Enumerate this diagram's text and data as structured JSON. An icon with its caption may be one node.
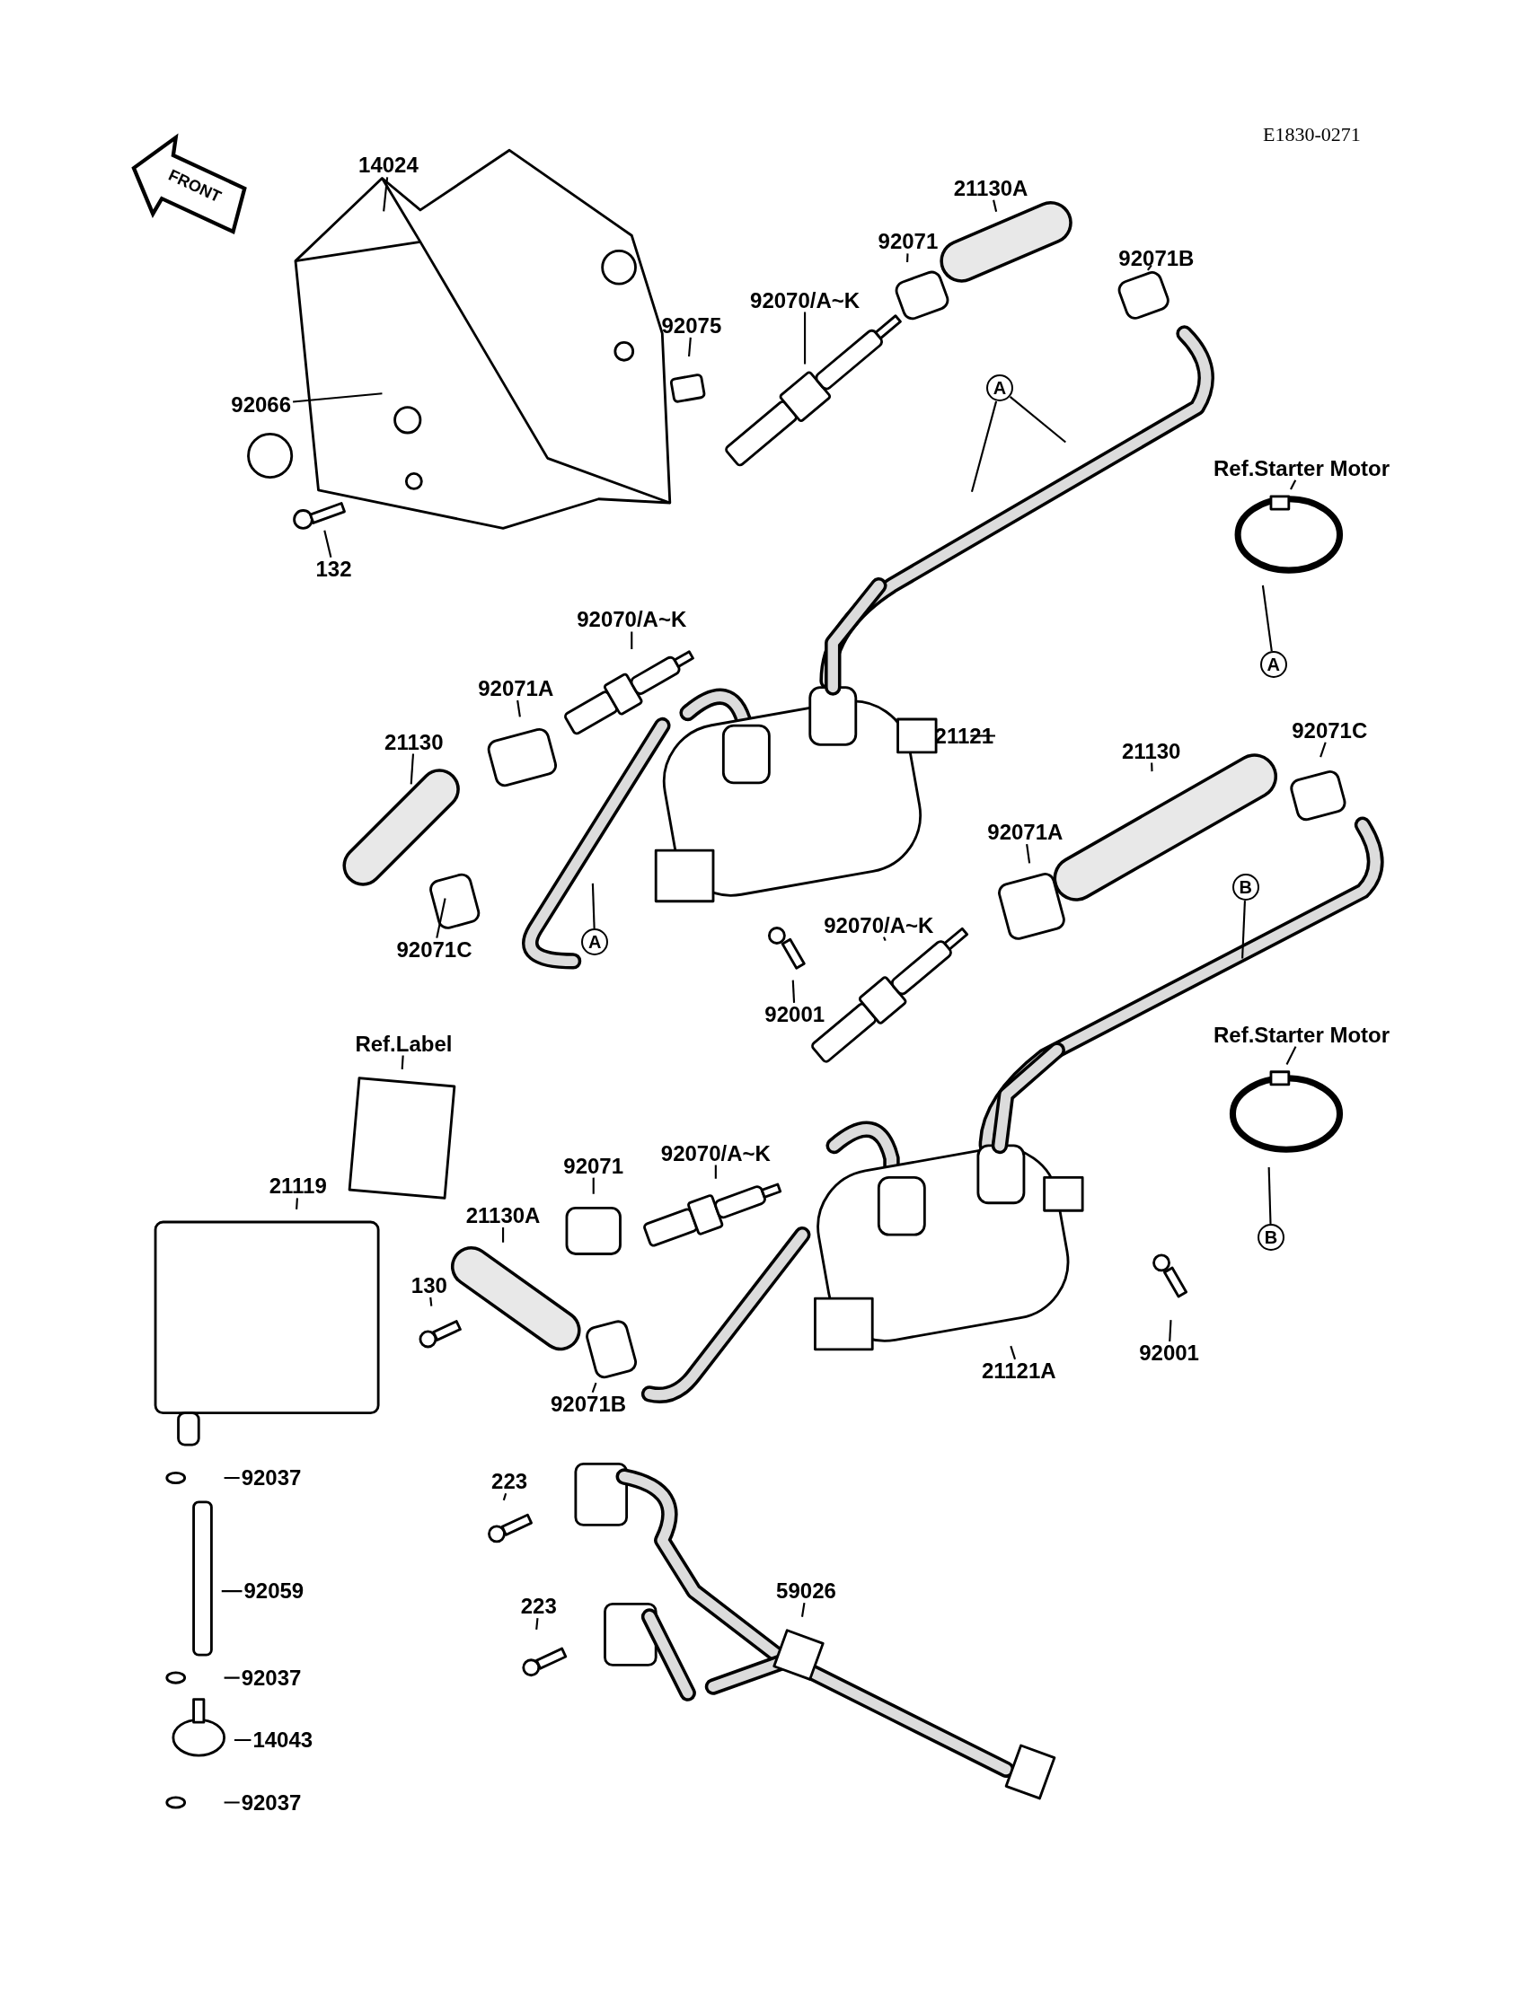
{
  "diagram": {
    "nodes": [
      {
        "text": [
          "14024"
        ]
      },
      {
        "text": [
          "92075"
        ]
      },
      {
        "text": [
          "92066"
        ]
      },
      {
        "text": [
          "132"
        ]
      },
      {
        "text": [
          "92070/A~K"
        ]
      },
      {
        "text": [
          "92071"
        ]
      },
      {
        "text": [
          "21130A"
        ]
      },
      {
        "text": [
          "92071B"
        ]
      },
      {
        "text": [
          "A"
        ]
      },
      {
        "text": [
          "Ref.Starter Motor"
        ]
      },
      {
        "text": [
          "A"
        ]
      },
      {
        "text": [
          "92070/A~K"
        ]
      },
      {
        "text": [
          "92071A"
        ]
      },
      {
        "text": [
          "21130"
        ]
      },
      {
        "text": [
          "21121"
        ]
      },
      {
        "text": [
          "92071C"
        ]
      },
      {
        "text": [
          "A"
        ]
      },
      {
        "text": [
          "21130"
        ]
      },
      {
        "text": [
          "92071C"
        ]
      },
      {
        "text": [
          "92071A"
        ]
      },
      {
        "text": [
          "92070/A~K"
        ]
      },
      {
        "text": [
          "B"
        ]
      },
      {
        "text": [
          "92001"
        ]
      },
      {
        "text": [
          "Ref.Label"
        ]
      },
      {
        "text": [
          "Ref.Starter Motor"
        ]
      },
      {
        "text": [
          "B"
        ]
      },
      {
        "text": [
          "21119"
        ]
      },
      {
        "text": [
          "92071"
        ]
      },
      {
        "text": [
          "92070/A~K"
        ]
      },
      {
        "text": [
          "21130A"
        ]
      },
      {
        "text": [
          "130"
        ]
      },
      {
        "text": [
          "21121A"
        ]
      },
      {
        "text": [
          "92001"
        ]
      },
      {
        "text": [
          "92071B"
        ]
      },
      {
        "text": [
          "92037"
        ]
      },
      {
        "text": [
          "223"
        ]
      },
      {
        "text": [
          "92059"
        ]
      },
      {
        "text": [
          "59026"
        ]
      },
      {
        "text": [
          "223"
        ]
      },
      {
        "text": [
          "92037"
        ]
      },
      {
        "text": [
          "14043"
        ]
      },
      {
        "text": [
          "92037"
        ]
      }
    ],
    "edges": [
      {
        "from": 0,
        "to": null,
        "arrow": "none"
      },
      {
        "from": 1,
        "to": null,
        "arrow": "none"
      },
      {
        "from": 2,
        "to": null,
        "arrow": "none"
      },
      {
        "from": 3,
        "to": null,
        "arrow": "none"
      },
      {
        "from": 4,
        "to": null,
        "arrow": "none"
      },
      {
        "from": 5,
        "to": null,
        "arrow": "none"
      },
      {
        "from": 6,
        "to": null,
        "arrow": "none"
      },
      {
        "from": 7,
        "to": null,
        "arrow": "none"
      },
      {
        "from": 8,
        "to": null,
        "arrow": "none"
      },
      {
        "from": 8,
        "to": null,
        "arrow": "none"
      },
      {
        "from": 9,
        "to": null,
        "arrow": "none"
      },
      {
        "from": 10,
        "to": null,
        "arrow": "none"
      },
      {
        "from": 11,
        "to": null,
        "arrow": "none"
      },
      {
        "from": 12,
        "to": null,
        "arrow": "none"
      },
      {
        "from": 13,
        "to": null,
        "arrow": "none"
      },
      {
        "from": 14,
        "to": null,
        "arrow": "none"
      },
      {
        "from": 15,
        "to": null,
        "arrow": "none"
      },
      {
        "from": 16,
        "to": null,
        "arrow": "none"
      },
      {
        "from": 17,
        "to": null,
        "arrow": "none"
      },
      {
        "from": 18,
        "to": null,
        "arrow": "none"
      },
      {
        "from": 19,
        "to": null,
        "arrow": "none"
      },
      {
        "from": 20,
        "to": null,
        "arrow": "none"
      },
      {
        "from": 21,
        "to": null,
        "arrow": "none"
      },
      {
        "from": 22,
        "to": null,
        "arrow": "none"
      },
      {
        "from": 23,
        "to": null,
        "arrow": "none"
      },
      {
        "from": 24,
        "to": null,
        "arrow": "none"
      },
      {
        "from": 25,
        "to": null,
        "arrow": "none"
      },
      {
        "from": 26,
        "to": null,
        "arrow": "none"
      },
      {
        "from": 27,
        "to": null,
        "arrow": "none"
      },
      {
        "from": 28,
        "to": null,
        "arrow": "none"
      },
      {
        "from": 29,
        "to": null,
        "arrow": "none"
      },
      {
        "from": 30,
        "to": null,
        "arrow": "none"
      },
      {
        "from": 31,
        "to": null,
        "arrow": "none"
      },
      {
        "from": 32,
        "to": null,
        "arrow": "none"
      },
      {
        "from": 33,
        "to": null,
        "arrow": "none"
      },
      {
        "from": 34,
        "to": null,
        "arrow": "none"
      },
      {
        "from": 35,
        "to": null,
        "arrow": "none"
      },
      {
        "from": 36,
        "to": null,
        "arrow": "none"
      },
      {
        "from": 37,
        "to": null,
        "arrow": "none"
      },
      {
        "from": 38,
        "to": null,
        "arrow": "none"
      },
      {
        "from": 39,
        "to": null,
        "arrow": "none"
      },
      {
        "from": 40,
        "to": null,
        "arrow": "none"
      },
      {
        "from": 41,
        "to": null,
        "arrow": "none"
      }
    ],
    "labels": [
      "E1830-0271",
      "FRONT"
    ]
  }
}
